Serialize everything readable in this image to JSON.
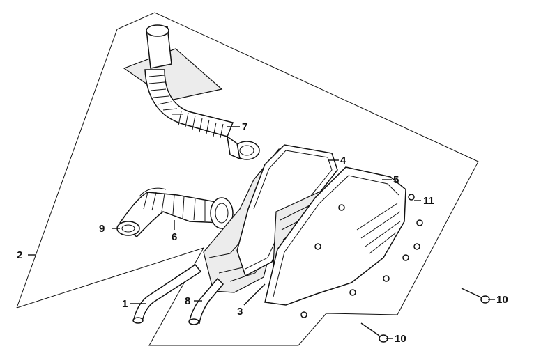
{
  "diagram": {
    "background": "#ffffff",
    "line_color": "#111111",
    "callouts": [
      {
        "id": "1",
        "label": "1"
      },
      {
        "id": "2",
        "label": "2"
      },
      {
        "id": "3",
        "label": "3"
      },
      {
        "id": "4",
        "label": "4"
      },
      {
        "id": "5",
        "label": "5"
      },
      {
        "id": "6",
        "label": "6"
      },
      {
        "id": "7",
        "label": "7"
      },
      {
        "id": "8",
        "label": "8"
      },
      {
        "id": "9",
        "label": "9"
      },
      {
        "id": "10a",
        "label": "10"
      },
      {
        "id": "10b",
        "label": "10"
      },
      {
        "id": "11",
        "label": "11"
      }
    ]
  }
}
